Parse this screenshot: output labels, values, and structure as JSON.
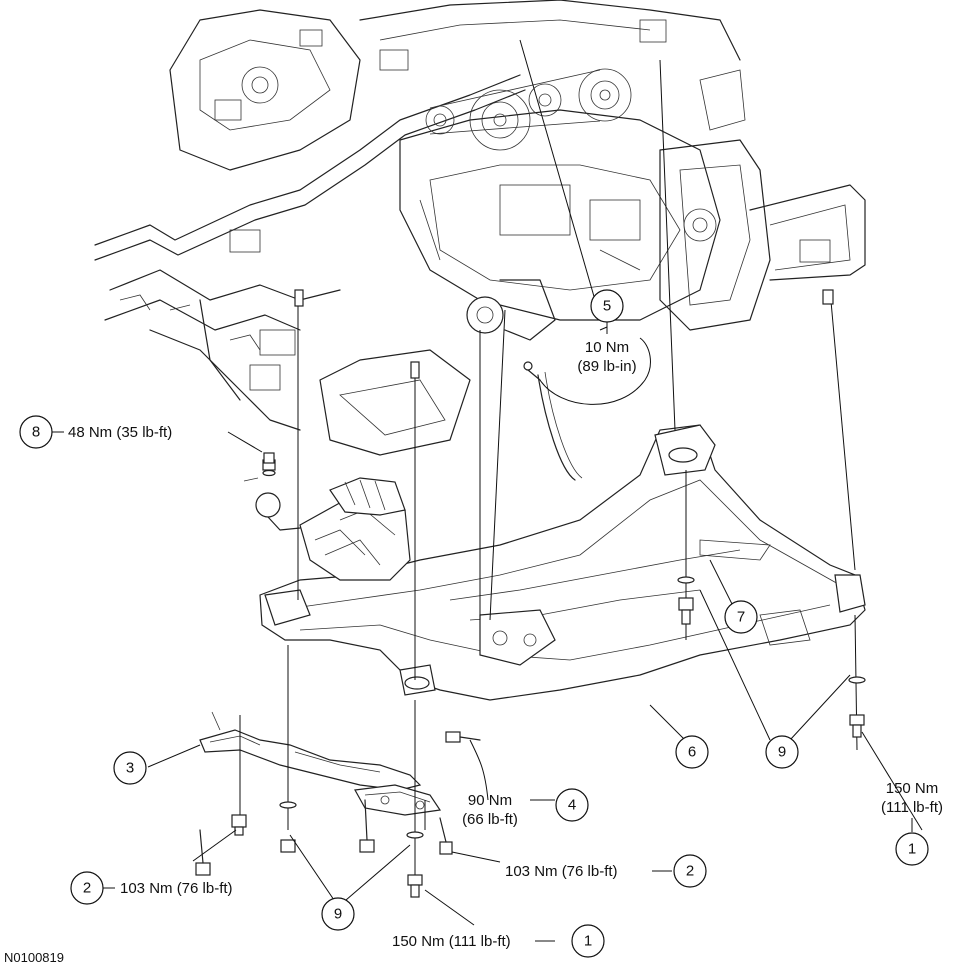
{
  "figure_id": "N0100819",
  "callouts": {
    "c1_right": {
      "num": "1",
      "torque_line1": "150 Nm",
      "torque_line2": "(111 lb-ft)"
    },
    "c1_bottom": {
      "num": "1",
      "torque": "150 Nm (111 lb-ft)"
    },
    "c2_left": {
      "num": "2",
      "torque": "103 Nm (76 lb-ft)"
    },
    "c2_right": {
      "num": "2",
      "torque": "103 Nm (76 lb-ft)"
    },
    "c3": {
      "num": "3"
    },
    "c4": {
      "num": "4",
      "torque_line1": "90 Nm",
      "torque_line2": "(66 lb-ft)"
    },
    "c5": {
      "num": "5",
      "torque_line1": "10 Nm",
      "torque_line2": "(89 lb-in)"
    },
    "c6": {
      "num": "6"
    },
    "c7": {
      "num": "7"
    },
    "c8": {
      "num": "8",
      "torque": "48 Nm (35 lb-ft)"
    },
    "c9_right": {
      "num": "9"
    },
    "c9_bottom": {
      "num": "9"
    }
  }
}
